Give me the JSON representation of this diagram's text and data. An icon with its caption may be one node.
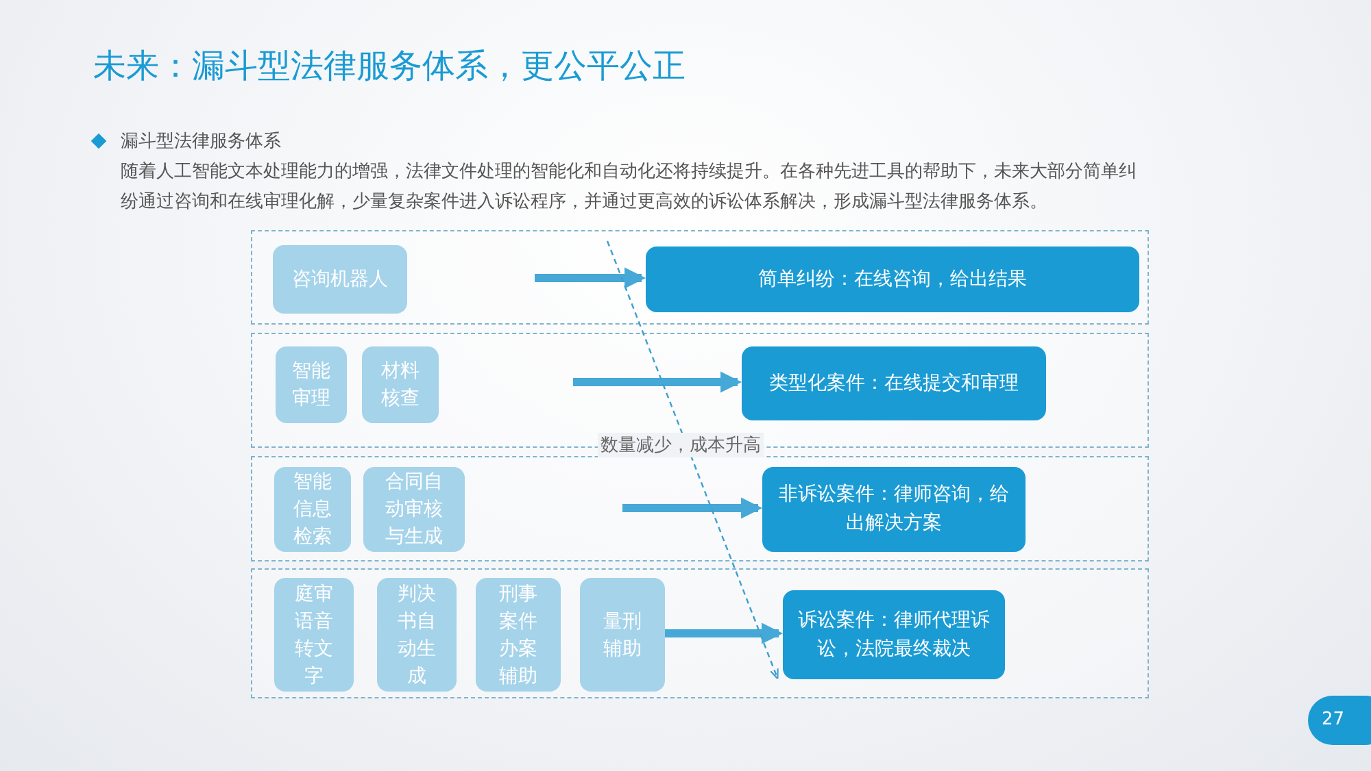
{
  "diagram": {
    "title": "未来：漏斗型法律服务体系，更公平公正",
    "nodes": [
      {
        "text": [],
        "shape": "box"
      },
      {
        "text": [
          "咨询机器人"
        ],
        "in": 0
      },
      {
        "text": [
          "简单纠纷：在线咨询，给出结果"
        ],
        "in": 0
      },
      {
        "text": [],
        "shape": "box"
      },
      {
        "text": [
          "智能审理"
        ],
        "in": 3
      },
      {
        "text": [
          "材料核查"
        ],
        "in": 3
      },
      {
        "text": [
          "类型化案件：在线提交和审理"
        ],
        "in": 3
      },
      {
        "text": [],
        "shape": "box"
      },
      {
        "text": [
          "智能信息检索"
        ],
        "in": 7
      },
      {
        "text": [
          "合同自动审核与生成"
        ],
        "in": 7
      },
      {
        "text": [
          "非诉讼案件：律师咨询，给出解决方案"
        ],
        "in": 7
      },
      {
        "text": [],
        "shape": "box"
      },
      {
        "text": [
          "庭审语音转文字"
        ],
        "in": 11
      },
      {
        "text": [
          "判决书自动生成"
        ],
        "in": 11
      },
      {
        "text": [
          "刑事案件办案辅助"
        ],
        "in": 11
      },
      {
        "text": [
          "量刑辅助"
        ],
        "in": 11
      },
      {
        "text": [
          "诉讼案件：律师代理诉讼，法院最终裁决"
        ],
        "in": 11
      }
    ],
    "edges": [
      {
        "from": null,
        "to": 2,
        "arrow": "to"
      },
      {
        "from": null,
        "to": 6,
        "arrow": "to"
      },
      {
        "from": null,
        "to": 10,
        "arrow": "to"
      },
      {
        "from": 15,
        "to": 16,
        "arrow": "to"
      }
    ],
    "labels": [
      "漏斗型法律服务体系",
      "随着人工智能文本处理能力的增强，法律文件处理的智能化和自动化还将持续提升。在各种先进工具的帮助下，未来大部分简单纠纷通过咨询和在线审理化解，少量复杂案件进入诉讼程序，并通过更高效的诉讼体系解决，形成漏斗型法律服务体系。",
      "数量减少，成本升高",
      "27"
    ]
  }
}
